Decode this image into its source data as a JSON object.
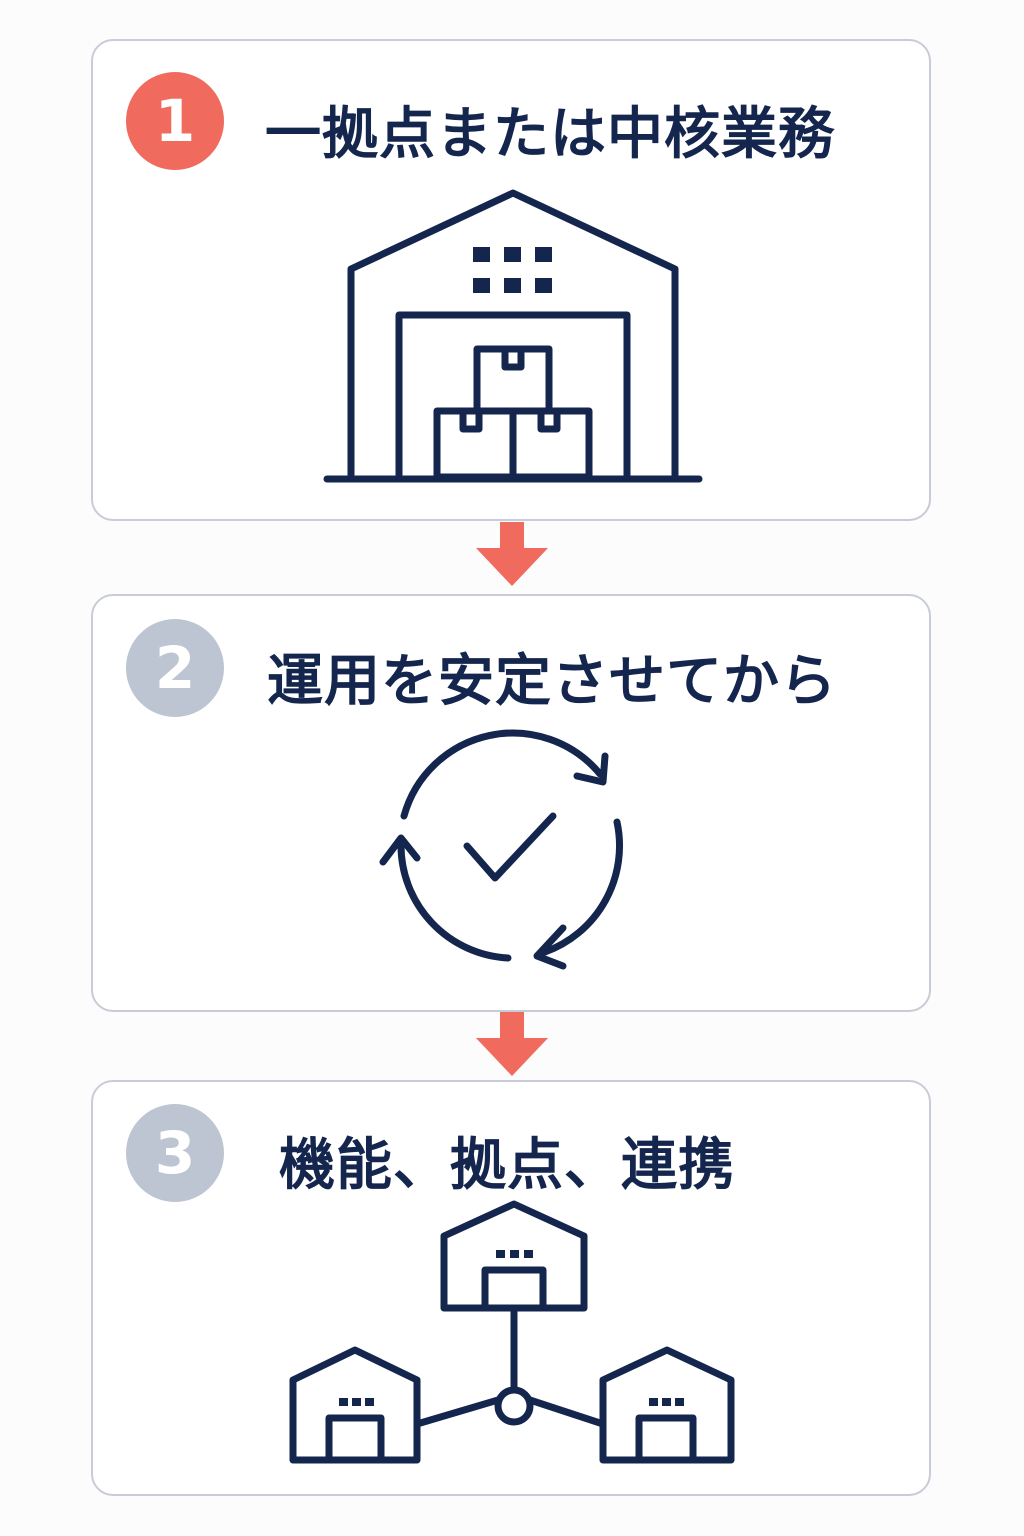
{
  "steps": [
    {
      "number": "1",
      "title": "一拠点または中核業務",
      "icon": "warehouse-with-boxes-icon",
      "badge_color": "#f06a5e"
    },
    {
      "number": "2",
      "title": "運用を安定させてから",
      "icon": "cycle-check-icon",
      "badge_color": "#bcc5d1"
    },
    {
      "number": "3",
      "title": "機能、拠点、連携",
      "icon": "connected-warehouses-icon",
      "badge_color": "#bcc5d1"
    }
  ],
  "colors": {
    "accent": "#f06a5e",
    "inactive": "#bcc5d1",
    "ink": "#14264d",
    "border": "#c7ccd6"
  }
}
